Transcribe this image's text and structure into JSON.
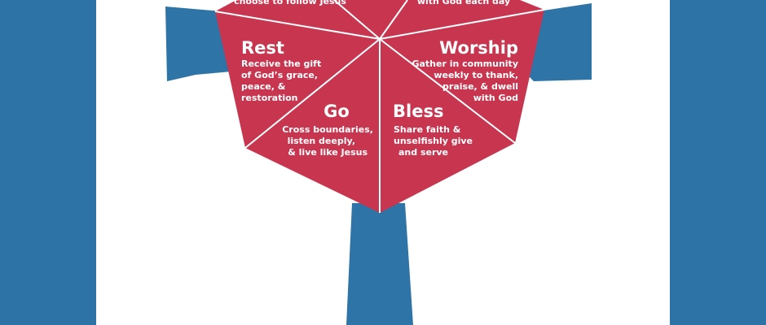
{
  "colors": {
    "background_blue": "#2e73a6",
    "panel_white": "#ffffff",
    "cross_blue": "#2f74a6",
    "heart_red": "#c7354f",
    "text_white": "#ffffff"
  },
  "diagram": {
    "top_left_partial": "choose to follow Jesus",
    "top_right_partial": "with God each day",
    "segments": [
      {
        "title": "Rest",
        "lines": [
          "Receive the gift",
          "of God’s grace,",
          "peace, &",
          "restoration"
        ]
      },
      {
        "title": "Worship",
        "lines": [
          "Gather in community",
          "weekly to thank,",
          "praise, & dwell",
          "with God"
        ]
      },
      {
        "title": "Go",
        "lines": [
          "Cross boundaries,",
          "listen deeply,",
          "& live like Jesus"
        ]
      },
      {
        "title": "Bless",
        "lines": [
          "Share faith &",
          "unselfishly give",
          "and serve"
        ]
      }
    ]
  }
}
